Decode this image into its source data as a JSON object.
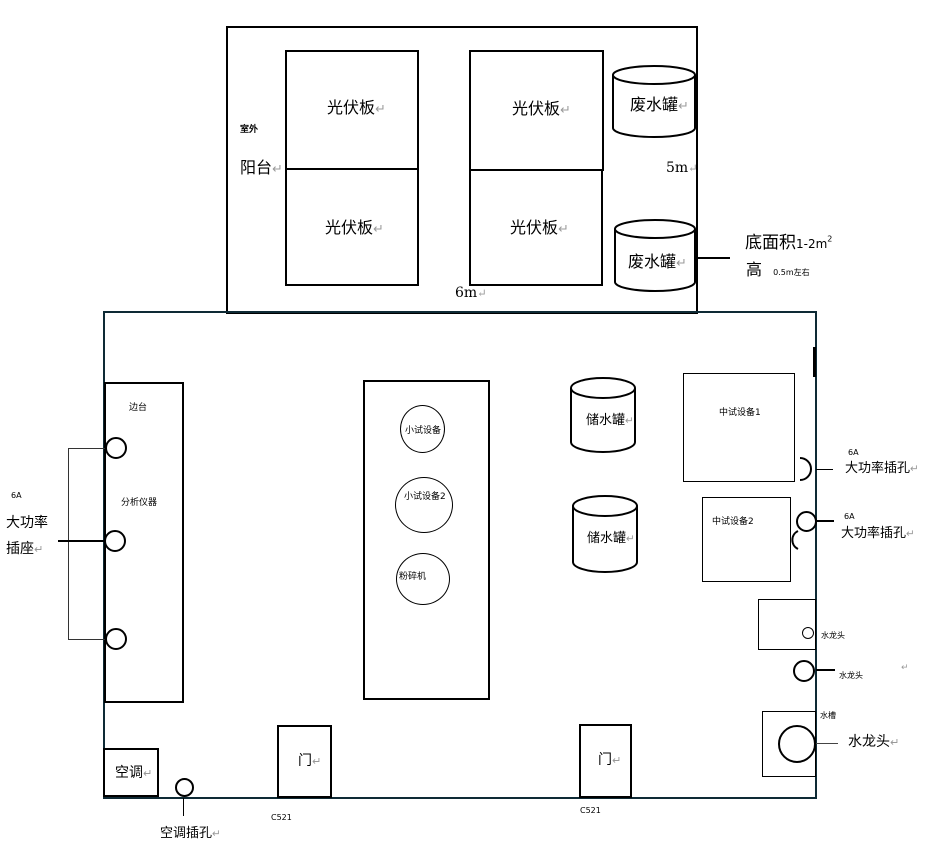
{
  "balcony": {
    "label_outdoor": "室外",
    "label_balcony": "阳台",
    "pv_panels": [
      "光伏板",
      "光伏板",
      "光伏板",
      "光伏板"
    ],
    "wastewater_tanks": [
      "废水罐",
      "废水罐"
    ],
    "dim_height": "5m",
    "dim_width": "6m",
    "tank_note": {
      "area_label": "底面积",
      "area_value": "1-2m",
      "area_sup": "2",
      "height_label": "高",
      "height_value": "0.5m左右"
    }
  },
  "lab": {
    "side_bench": {
      "title": "边台",
      "instrument": "分析仪器"
    },
    "left_socket": {
      "rating": "6A",
      "label_line1": "大功率",
      "label_line2": "插座"
    },
    "center_bench": {
      "devices": [
        "小试设备",
        "小试设备2",
        "粉碎机"
      ]
    },
    "storage_tanks": [
      "储水罐",
      "储水罐"
    ],
    "pilot_devices": [
      "中试设备1",
      "中试设备2"
    ],
    "right_sockets": [
      {
        "rating": "6A",
        "label": "大功率插孔"
      },
      {
        "rating": "6A",
        "label": "大功率插孔"
      }
    ],
    "faucets": [
      "水龙头",
      "水龙头",
      "水龙头"
    ],
    "sink_label": "水槽",
    "ac": {
      "label": "空调",
      "socket_label": "空调插孔"
    },
    "doors": [
      {
        "label": "门",
        "room": "C521"
      },
      {
        "label": "门",
        "room": "C521"
      }
    ]
  },
  "return_mark": "↵"
}
